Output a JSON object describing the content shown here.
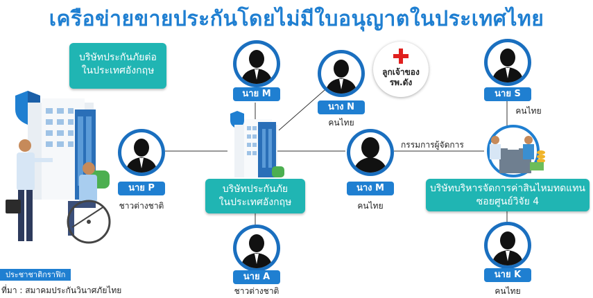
{
  "title": "เครือข่ายขายประกันโดยไม่มีใบอนุญาตในประเทศไทย",
  "nodes": {
    "uk_parent": {
      "label_1": "บริษัทประกันภัยต่อ",
      "label_2": "ในประเทศอังกฤษ"
    },
    "uk_insurer": {
      "label_1": "บริษัทประกันภัย",
      "label_2": "ในประเทศอังกฤษ"
    },
    "thai_company": {
      "label_1": "บริษัทบริหารจัดการค่าสินไหมทดแทน",
      "label_2": "ซอยศูนย์วิจัย 4"
    },
    "mr_m": {
      "tag": "นาย M"
    },
    "ms_n": {
      "tag": "นาง N",
      "caption": "คนไทย"
    },
    "mr_p": {
      "tag": "นาย P",
      "caption": "ชาวต่างชาติ"
    },
    "mrs_m": {
      "tag": "นาง M",
      "caption": "คนไทย"
    },
    "mr_a": {
      "tag": "นาย A",
      "caption": "ชาวต่างชาติ"
    },
    "mr_s": {
      "tag": "นาย S",
      "caption": "คนไทย"
    },
    "mr_k": {
      "tag": "นาย K",
      "caption": "คนไทย"
    }
  },
  "badge": {
    "line_1": "ลูกเจ้าของ",
    "line_2": "รพ.ดัง"
  },
  "edge_labels": {
    "director": "กรรมการผู้จัดการ"
  },
  "credit": "ประชาชาติกราฟิก",
  "source": "ที่มา : สมาคมประกันวินาศภัยไทย",
  "colors": {
    "title": "#1f7fd1",
    "box": "#20b5b3",
    "tag": "#1f7fd1",
    "badge_cross": "#e0201e"
  }
}
